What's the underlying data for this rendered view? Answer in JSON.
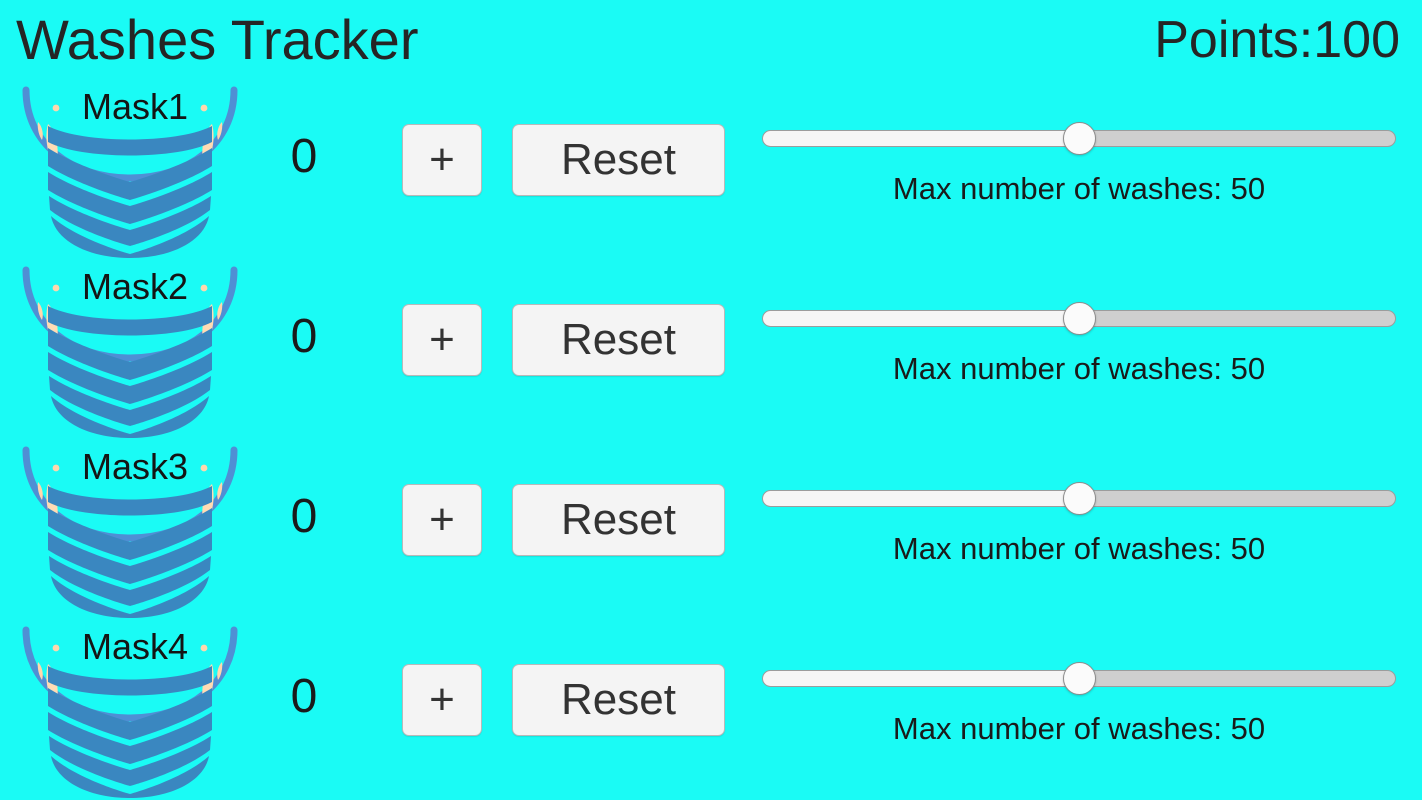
{
  "app": {
    "title": "Washes Tracker",
    "background_color": "#1afbf5",
    "text_color": "#1f1f1f"
  },
  "header": {
    "title": "Washes Tracker",
    "points_label": "Points:",
    "points_value": "100"
  },
  "controls": {
    "increment_label": "+",
    "reset_label": "Reset",
    "slider_caption_prefix": "Max number of washes:",
    "mask_icon_name": "face-mask-icon",
    "mask_color": "#3a87c0",
    "mask_strap_color": "#4f8fd4",
    "ear_color": "#ffd7ad"
  },
  "rows": [
    {
      "label": "Mask1",
      "count": "0",
      "increment_label": "+",
      "reset_label": "Reset",
      "slider_value": 50,
      "slider_min": 0,
      "slider_max": 100,
      "slider_percent": 50,
      "caption": "Max number of washes: 50"
    },
    {
      "label": "Mask2",
      "count": "0",
      "increment_label": "+",
      "reset_label": "Reset",
      "slider_value": 50,
      "slider_min": 0,
      "slider_max": 100,
      "slider_percent": 50,
      "caption": "Max number of washes: 50"
    },
    {
      "label": "Mask3",
      "count": "0",
      "increment_label": "+",
      "reset_label": "Reset",
      "slider_value": 50,
      "slider_min": 0,
      "slider_max": 100,
      "slider_percent": 50,
      "caption": "Max number of washes: 50"
    },
    {
      "label": "Mask4",
      "count": "0",
      "increment_label": "+",
      "reset_label": "Reset",
      "slider_value": 50,
      "slider_min": 0,
      "slider_max": 100,
      "slider_percent": 50,
      "caption": "Max number of washes: 50"
    }
  ]
}
